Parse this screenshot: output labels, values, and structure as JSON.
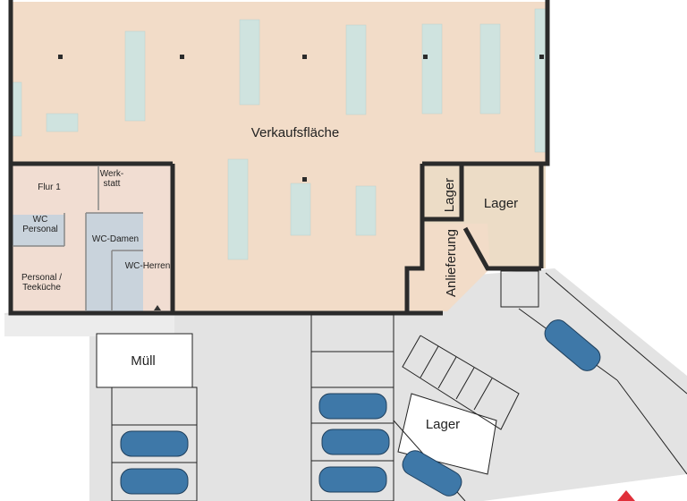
{
  "rooms": {
    "sales": "Verkaufsfläche",
    "corridor": "Flur 1",
    "workshop": "Werk-\nstatt",
    "wc_staff": "WC\nPersonal",
    "wc_women": "WC-Damen",
    "wc_men": "WC-Herren",
    "staff_kitchen": "Personal /\nTeeküche",
    "storage_small": "Lager",
    "storage_large": "Lager",
    "delivery": "Anlieferung"
  },
  "outdoor": {
    "waste": "Müll",
    "storage_outside": "Lager"
  },
  "colors": {
    "floor": "#f2dcc8",
    "tile": "#c9d3dc",
    "wall": "#2b2b2b",
    "shelf": "#cfe3df",
    "pavement": "#e3e3e3",
    "car": "#3e78a8"
  }
}
